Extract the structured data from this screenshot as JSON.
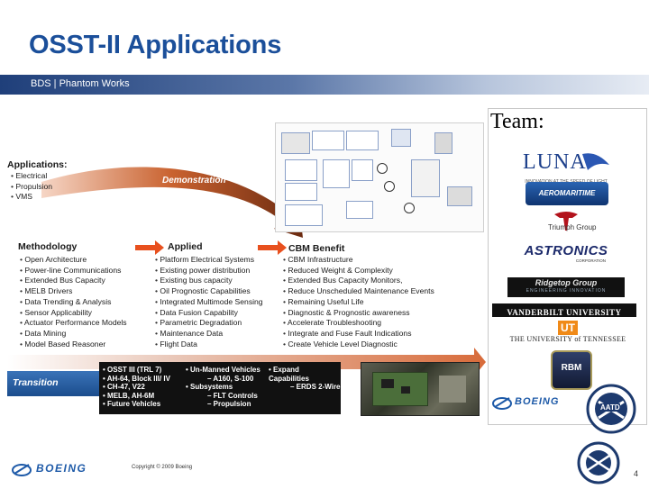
{
  "slide": {
    "title": "OSST-II Applications",
    "subtitle": "BDS | Phantom Works",
    "copyright": "Copyright © 2009 Boeing",
    "page": "4"
  },
  "applications": {
    "title": "Applications:",
    "items": [
      "Electrical",
      "Propulsion",
      "VMS"
    ]
  },
  "demonstration": "Demonstration",
  "methodology": {
    "title": "Methodology",
    "items": [
      "Open Architecture",
      "Power-line Communications",
      "Extended Bus Capacity",
      "MELB Drivers",
      "Data Trending & Analysis",
      "Sensor Applicability",
      "Actuator Performance Models",
      "Data Mining",
      "Model Based Reasoner"
    ]
  },
  "applied": {
    "title": "Applied",
    "items": [
      "Platform Electrical Systems",
      "Existing power distribution",
      "Existing bus capacity",
      "Oil Prognostic Capabilities",
      "Integrated Multimode Sensing",
      "Data Fusion Capability",
      "Parametric Degradation",
      "Maintenance Data",
      "Flight Data"
    ]
  },
  "cbm": {
    "title": "CBM Benefit",
    "items": [
      "CBM Infrastructure",
      "Reduced Weight & Complexity",
      "Extended Bus Capacity Monitors,",
      "Reduce Unscheduled Maintenance Events",
      "Remaining Useful Life",
      "Diagnostic & Prognostic awareness",
      "Accelerate Troubleshooting",
      "Integrate and Fuse Fault Indications",
      "Create Vehicle Level Diagnostic"
    ]
  },
  "transition": {
    "label": "Transition",
    "col1": [
      "• OSST III (TRL 7)",
      "• AH-64, Block III/ IV",
      "• CH-47, V22",
      "• MELB, AH-6M",
      "• Future Vehicles"
    ],
    "col2": [
      "• Un-Manned Vehicles",
      "– A160, S-100",
      "• Subsystems",
      "– FLT Controls",
      "– Propulsion"
    ],
    "col3": [
      "• Expand Capabilities",
      "– ERDS 2-Wire"
    ]
  },
  "team": {
    "title": "Team:",
    "logos": [
      "LUNA",
      "AEROMARITIME",
      "Triumph Group",
      "ASTRONICS",
      "Ridgetop Group",
      "VANDERBILT UNIVERSITY",
      "THE UNIVERSITY of TENNESSEE",
      "RBM",
      "BOEING",
      "AATD"
    ],
    "luna_sub": "INNOVATION AT THE SPEED OF LIGHT",
    "ridgetop_sub": "ENGINEERING INNOVATION",
    "astronics_sub": "CORPORATION"
  },
  "footer_logo": "BOEING",
  "colors": {
    "title": "#1b4f9a",
    "band": "#1f3f7a",
    "arrow": "#e8501e"
  }
}
